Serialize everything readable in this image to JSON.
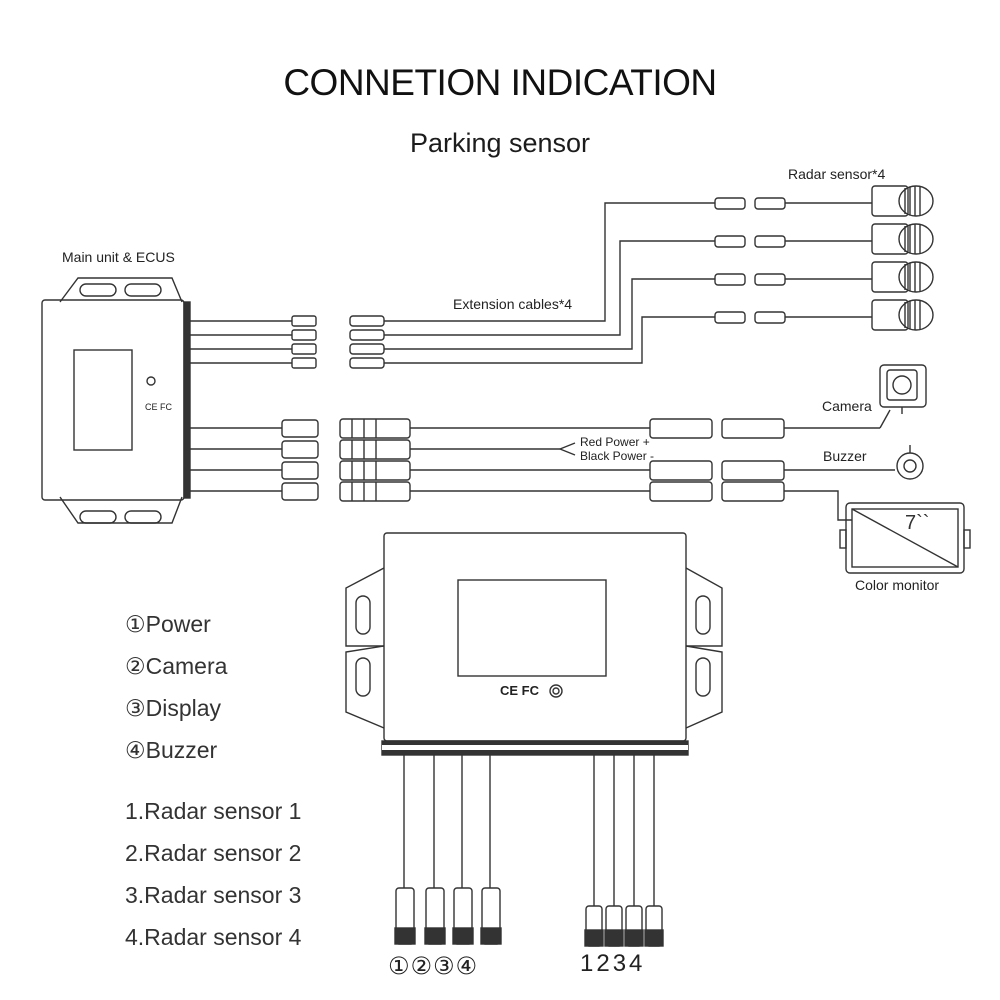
{
  "title": "CONNETION INDICATION",
  "subtitle": "Parking sensor",
  "labels": {
    "main_unit": "Main unit & ECUS",
    "extension_cables": "Extension cables*4",
    "radar_sensor": "Radar sensor*4",
    "camera": "Camera",
    "red_power": "Red Power +",
    "black_power": "Black Power -",
    "buzzer": "Buzzer",
    "color_monitor": "Color monitor",
    "monitor_screen_text": "7``",
    "cert_marks": "CE FC"
  },
  "legend": [
    "①Power",
    "②Camera",
    "③Display",
    "④Buzzer",
    "1.Radar sensor 1",
    "2.Radar sensor 2",
    "3.Radar sensor 3",
    "4.Radar sensor 4"
  ],
  "port_labels": {
    "left_group": "①②③④",
    "right_group": "1234"
  }
}
